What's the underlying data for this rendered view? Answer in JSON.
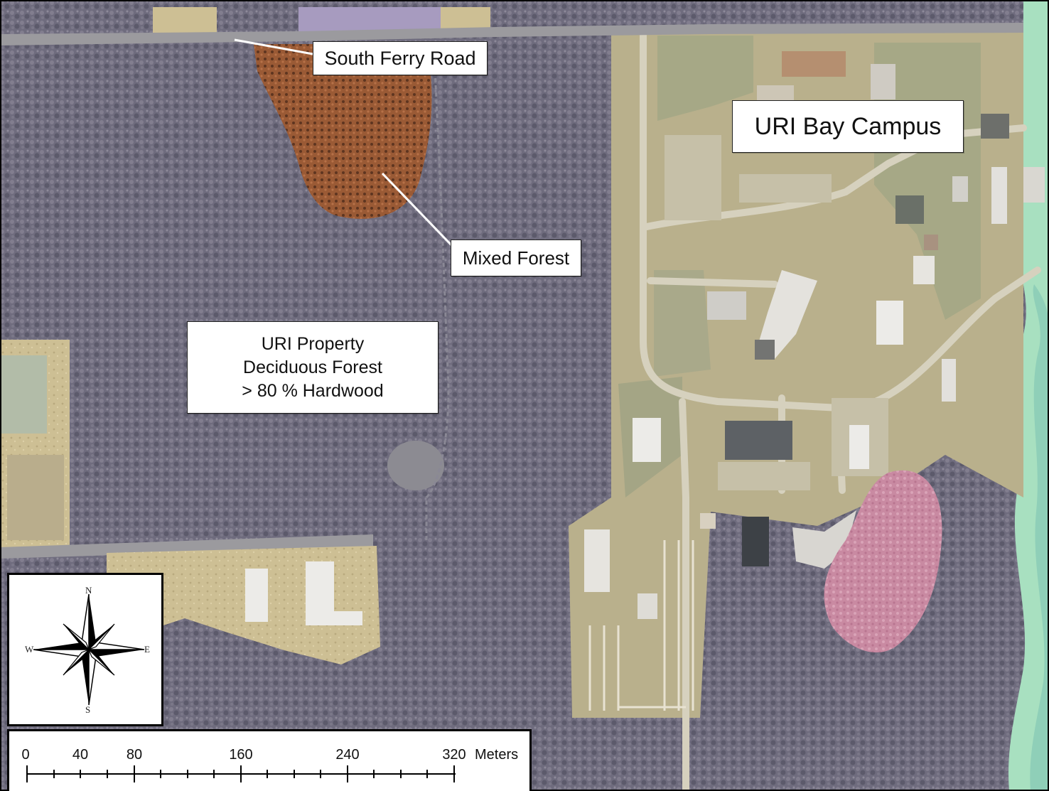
{
  "labels": {
    "road": "South Ferry Road",
    "campus": "URI Bay Campus",
    "mixed_forest": "Mixed Forest",
    "property_line1": "URI Property",
    "property_line2": "Deciduous Forest",
    "property_line3": "> 80 % Hardwood"
  },
  "compass": {
    "n": "N",
    "s": "S",
    "e": "E",
    "w": "W"
  },
  "scale_bar": {
    "ticks": [
      "0",
      "40",
      "80",
      "160",
      "240",
      "320"
    ],
    "unit": "Meters"
  },
  "colors": {
    "deciduous_forest": "#6f6c7e",
    "mixed_forest": "#9a5a35",
    "developed": "#cdbf94",
    "campus_lawn": "#a6a886",
    "wetland": "#c98aa2",
    "water_shore": "#a8e0c0",
    "road": "#9b9a9e"
  }
}
